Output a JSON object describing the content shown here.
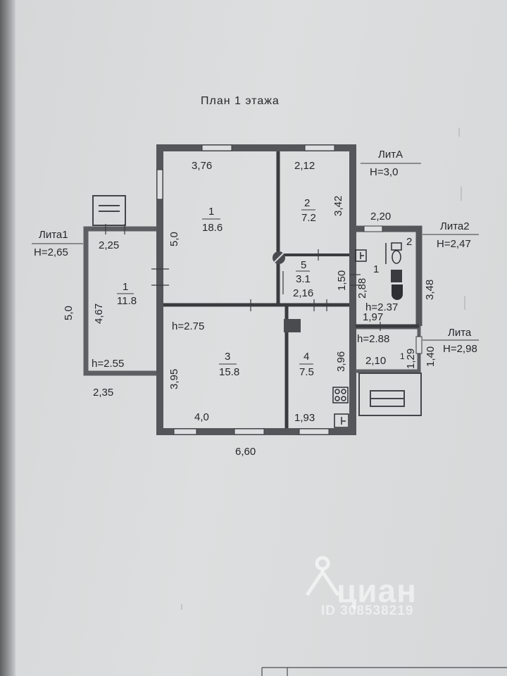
{
  "title": "План 1 этажа",
  "lit_a": {
    "name": "ЛитА",
    "height": "H=3,0"
  },
  "lit_a1": {
    "name": "Лита1",
    "height": "H=2,65"
  },
  "lit_a2": {
    "name": "Лита2",
    "height": "H=2,47"
  },
  "lit_a_small": {
    "name": "Лита",
    "height": "H=2,98"
  },
  "rooms": {
    "r1": {
      "num": "1",
      "area": "18.6"
    },
    "r2": {
      "num": "2",
      "area": "7.2"
    },
    "r3": {
      "num": "3",
      "area": "15.8"
    },
    "r4": {
      "num": "4",
      "area": "7.5"
    },
    "r5": {
      "num": "5",
      "area": "3.1"
    },
    "veranda": {
      "num": "1",
      "area": "11.8"
    },
    "bath_num": "1",
    "bath_num2": "2",
    "small_num": "1"
  },
  "heights": {
    "r3": "h=2.75",
    "veranda": "h=2.55",
    "bath": "h=2.37",
    "small": "h=2.88"
  },
  "dims": {
    "top_left": "3,76",
    "top_right": "2,12",
    "r1_side": "5,0",
    "r2_side": "3,42",
    "r5_w": "2,16",
    "r5_h": "1,50",
    "corr_h": "2,88",
    "r3_side": "3,95",
    "r3_bottom": "4,0",
    "r4_side": "3,96",
    "r4_bottom": "1,93",
    "total_bottom": "6,60",
    "ver_top": "2,25",
    "ver_outer": "5,0",
    "ver_inner": "4,67",
    "ver_bottom": "2,35",
    "bath_top": "2,20",
    "bath_side": "3,48",
    "bath_bottom": "1,97",
    "small_w": "2,10",
    "small_h_inner": "1,29",
    "small_h_outer": "1,40"
  },
  "watermark": {
    "brand": "циан",
    "id": "ID 308538219"
  }
}
